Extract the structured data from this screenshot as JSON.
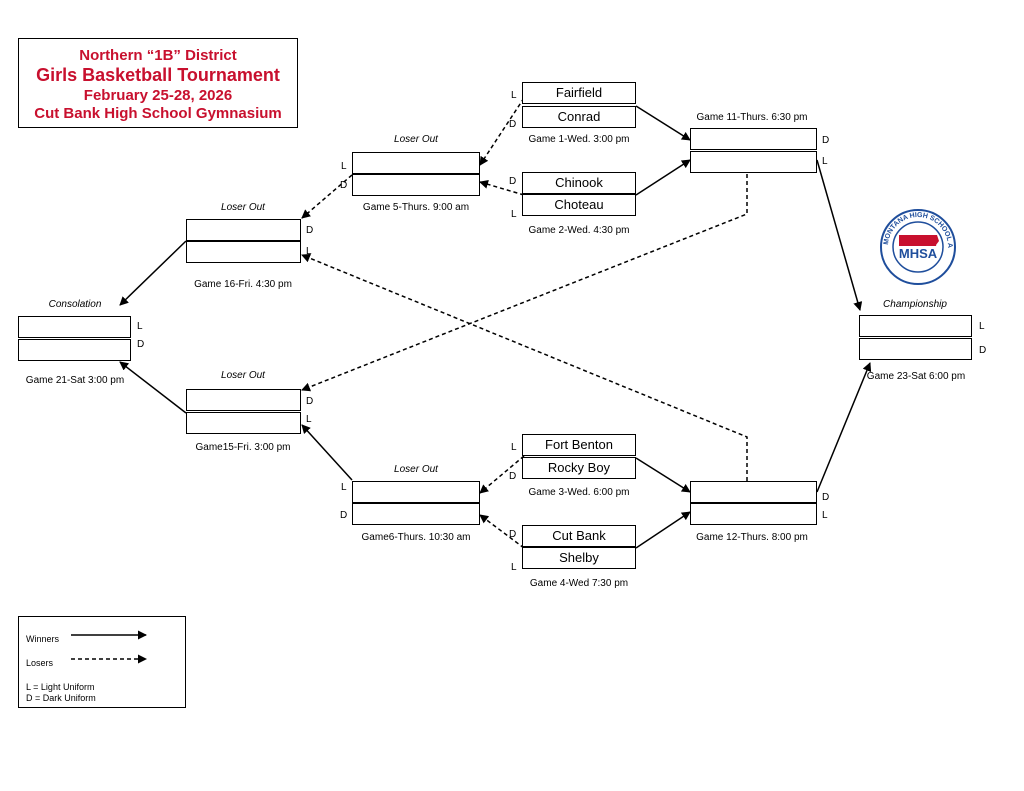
{
  "header": {
    "line1": "Northern “1B” District",
    "line2": "Girls Basketball Tournament",
    "line3": "February 25-28, 2026",
    "line4": "Cut Bank High School Gymnasium",
    "color": "#c8102e"
  },
  "games": {
    "g1": {
      "top": "Fairfield",
      "bottom": "Conrad",
      "caption": "Game 1-Wed. 3:00 pm",
      "top_code": "L",
      "bottom_code": "D"
    },
    "g2": {
      "top": "Chinook",
      "bottom": "Choteau",
      "caption": "Game 2-Wed. 4:30 pm",
      "top_code": "D",
      "bottom_code": "L"
    },
    "g3": {
      "top": "Fort Benton",
      "bottom": "Rocky Boy",
      "caption": "Game 3-Wed. 6:00 pm",
      "top_code": "L",
      "bottom_code": "D"
    },
    "g4": {
      "top": "Cut Bank",
      "bottom": "Shelby",
      "caption": "Game 4-Wed 7:30 pm",
      "top_code": "D",
      "bottom_code": "L"
    },
    "g5": {
      "heading": "Loser Out",
      "caption": "Game 5-Thurs. 9:00 am",
      "top_code": "L",
      "bottom_code": "D"
    },
    "g6": {
      "heading": "Loser Out",
      "caption": "Game6-Thurs. 10:30 am",
      "top_code": "L",
      "bottom_code": "D"
    },
    "g11": {
      "caption": "Game 11-Thurs. 6:30 pm",
      "top_code": "D",
      "bottom_code": "L"
    },
    "g12": {
      "caption": "Game 12-Thurs. 8:00 pm",
      "top_code": "D",
      "bottom_code": "L"
    },
    "g15": {
      "heading": "Loser Out",
      "caption": "Game15-Fri. 3:00 pm",
      "top_code": "D",
      "bottom_code": "L"
    },
    "g16": {
      "heading": "Loser Out",
      "caption": "Game 16-Fri. 4:30 pm",
      "top_code": "D",
      "bottom_code": "L"
    },
    "g21": {
      "heading": "Consolation",
      "caption": "Game 21-Sat 3:00 pm",
      "top_code": "L",
      "bottom_code": "D"
    },
    "g23": {
      "heading": "Championship",
      "caption": "Game 23-Sat 6:00 pm",
      "top_code": "L",
      "bottom_code": "D"
    }
  },
  "legend": {
    "winners": "Winners",
    "losers": "Losers",
    "light": "L = Light Uniform",
    "dark": "D = Dark Uniform"
  },
  "logo": {
    "ring_text": "MONTANA HIGH SCHOOL ASSOCIATION",
    "center_text": "MHSA",
    "icon": "mhsa-logo",
    "colors": {
      "blue": "#1f4e9c",
      "red": "#c8102e"
    }
  }
}
